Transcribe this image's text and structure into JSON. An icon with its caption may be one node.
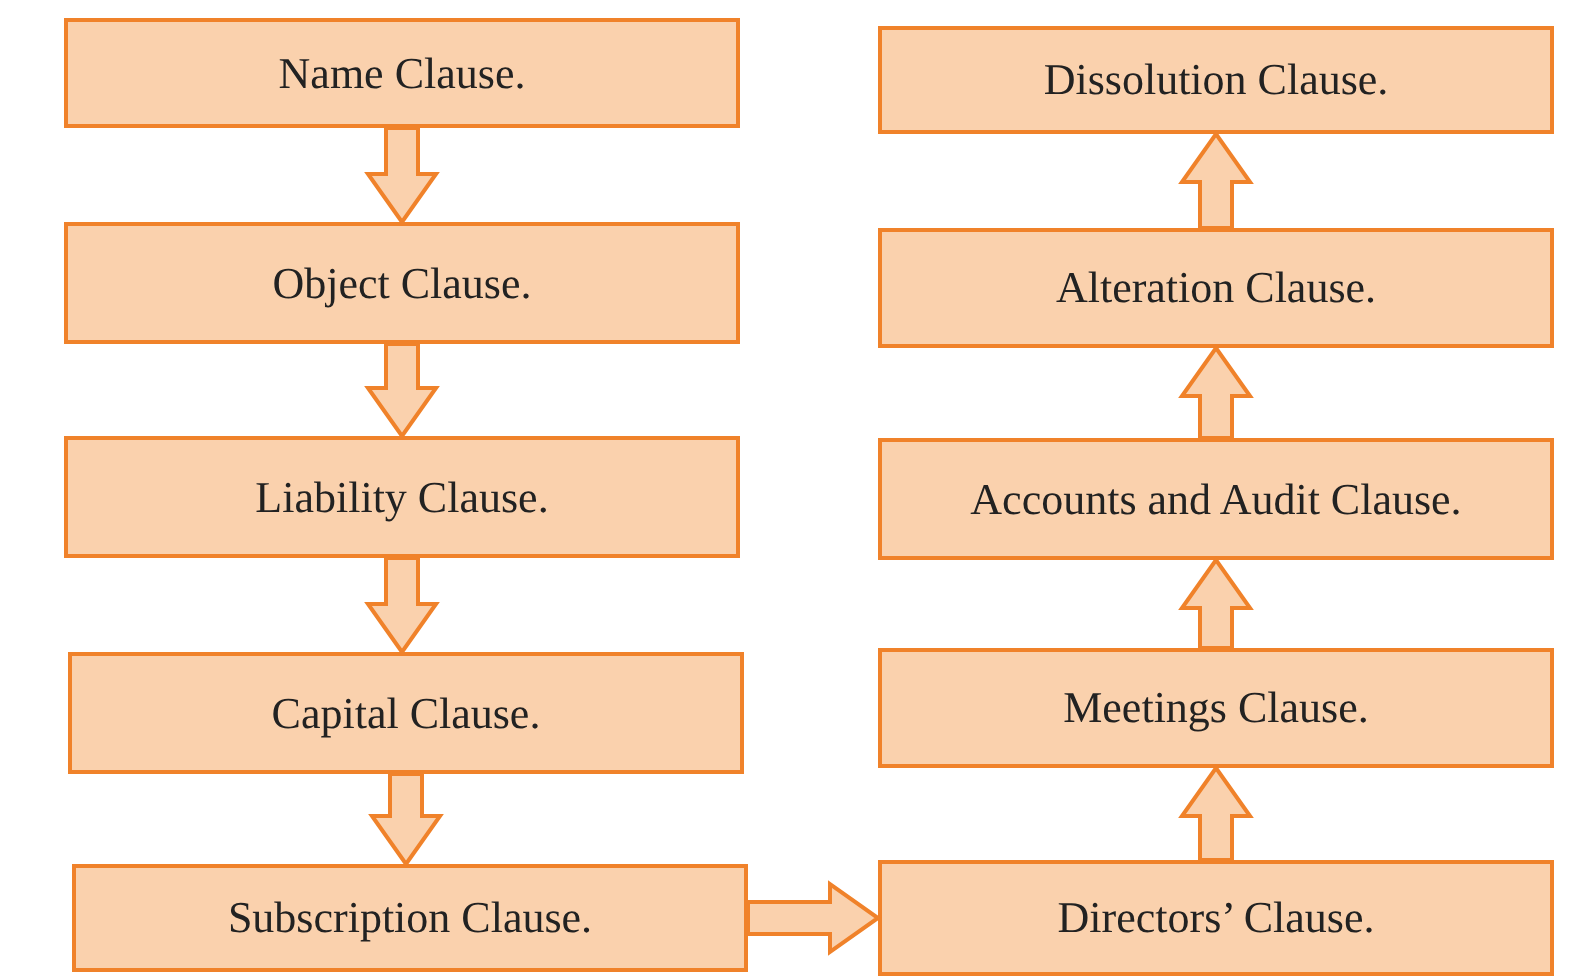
{
  "diagram": {
    "nodes": [
      {
        "text": [
          "Name Clause."
        ]
      },
      {
        "text": [
          "Object Clause."
        ]
      },
      {
        "text": [
          "Liability Clause."
        ]
      },
      {
        "text": [
          "Capital Clause."
        ]
      },
      {
        "text": [
          "Subscription Clause."
        ]
      },
      {
        "text": [
          "Directors’ Clause."
        ]
      },
      {
        "text": [
          "Meetings Clause."
        ]
      },
      {
        "text": [
          "Accounts and Audit Clause."
        ]
      },
      {
        "text": [
          "Alteration Clause."
        ]
      },
      {
        "text": [
          "Dissolution Clause."
        ]
      }
    ],
    "edges": [
      {
        "from": 0,
        "to": 1,
        "arrow": "to"
      },
      {
        "from": 1,
        "to": 2,
        "arrow": "to"
      },
      {
        "from": 2,
        "to": 3,
        "arrow": "to"
      },
      {
        "from": 3,
        "to": 4,
        "arrow": "to"
      },
      {
        "from": 4,
        "to": 5,
        "arrow": "to"
      },
      {
        "from": 5,
        "to": 6,
        "arrow": "to"
      },
      {
        "from": 6,
        "to": 7,
        "arrow": "to"
      },
      {
        "from": 7,
        "to": 8,
        "arrow": "to"
      },
      {
        "from": 8,
        "to": 9,
        "arrow": "to"
      }
    ]
  }
}
